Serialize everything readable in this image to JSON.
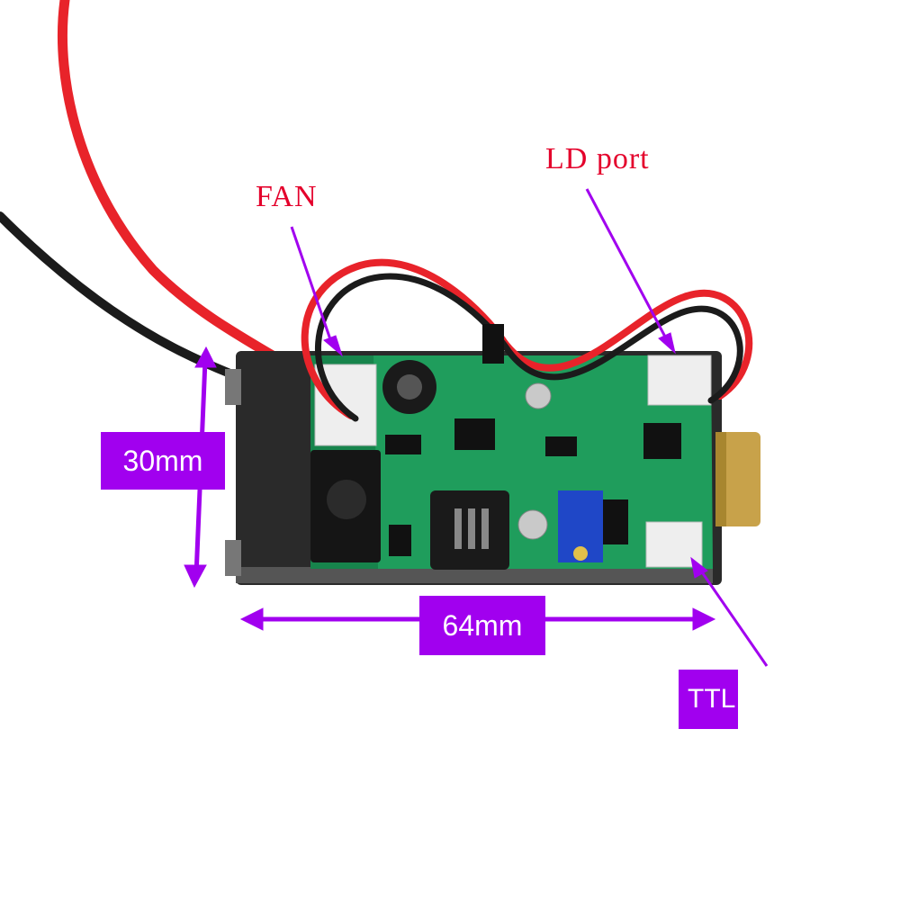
{
  "labels": {
    "fan": "FAN",
    "ld_port": "LD port",
    "height_dim": "30mm",
    "width_dim": "64mm",
    "ttl": "TTL"
  },
  "colors": {
    "callout_text": "#e4002b",
    "annotation": "#a100ef",
    "pcb": "#1f9d5c",
    "heatsink": "#2a2a2a",
    "brass": "#c8a24a",
    "wire_red": "#e8232a",
    "wire_black": "#1b1b1b"
  }
}
